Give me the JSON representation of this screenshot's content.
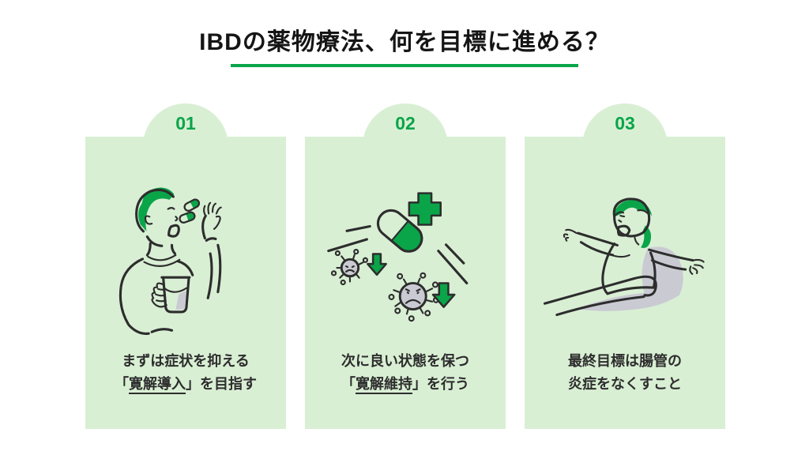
{
  "page": {
    "title": "IBDの薬物療法、何を目標に進める？",
    "background_color": "#ffffff",
    "accent_color": "#0aa549",
    "card_background_color": "#d9efd4",
    "line_art_color": "#2d2d2d",
    "shadow_gray_color": "#c9cad2"
  },
  "cards": [
    {
      "number": "01",
      "caption_line1": "まずは症状を抑える",
      "caption_line2_open": "「",
      "caption_line2_term": "寛解導入",
      "caption_line2_close": "」を目指す",
      "illustration": "person-taking-pills-icon"
    },
    {
      "number": "02",
      "caption_line1": "次に良い状態を保つ",
      "caption_line2_open": "「",
      "caption_line2_term": "寛解維持",
      "caption_line2_close": "」を行う",
      "illustration": "medicine-suppressing-germs-icon"
    },
    {
      "number": "03",
      "caption_line1": "最終目標は腸管の",
      "caption_line2_open": "",
      "caption_line2_term": "",
      "caption_line2_close": "炎症をなくすこと",
      "illustration": "person-relaxing-icon"
    }
  ]
}
